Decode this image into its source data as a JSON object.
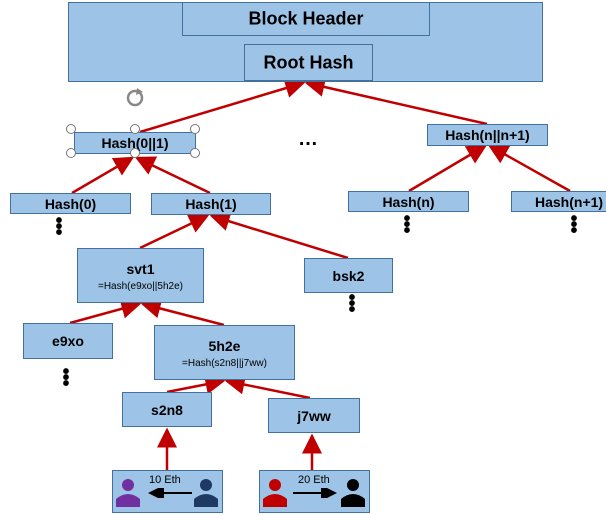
{
  "header": {
    "block_header": "Block Header",
    "root_hash": "Root Hash"
  },
  "level1": {
    "left": "Hash(0||1)",
    "right": "Hash(n||n+1)",
    "ellipsis": "…"
  },
  "level2": {
    "h0": "Hash(0)",
    "h1": "Hash(1)",
    "hn": "Hash(n)",
    "hn1": "Hash(n+1)"
  },
  "level3": {
    "svt1": "svt1",
    "svt1_formula": "=Hash(e9xo||5h2e)",
    "bsk2": "bsk2"
  },
  "level4": {
    "e9xo": "e9xo",
    "h5h2e": "5h2e",
    "h5h2e_formula": "=Hash(s2n8||j7ww)"
  },
  "level5": {
    "s2n8": "s2n8",
    "j7ww": "j7ww"
  },
  "transactions": [
    {
      "amount": "10 Eth",
      "direction": "left",
      "sender_color": "#7030a0",
      "receiver_color": "#1f3864"
    },
    {
      "amount": "20 Eth",
      "direction": "right",
      "sender_color": "#c00000",
      "receiver_color": "#000000"
    }
  ],
  "colors": {
    "box_fill": "#9dc3e6",
    "box_border": "#41719c",
    "arrow": "#c00000"
  }
}
